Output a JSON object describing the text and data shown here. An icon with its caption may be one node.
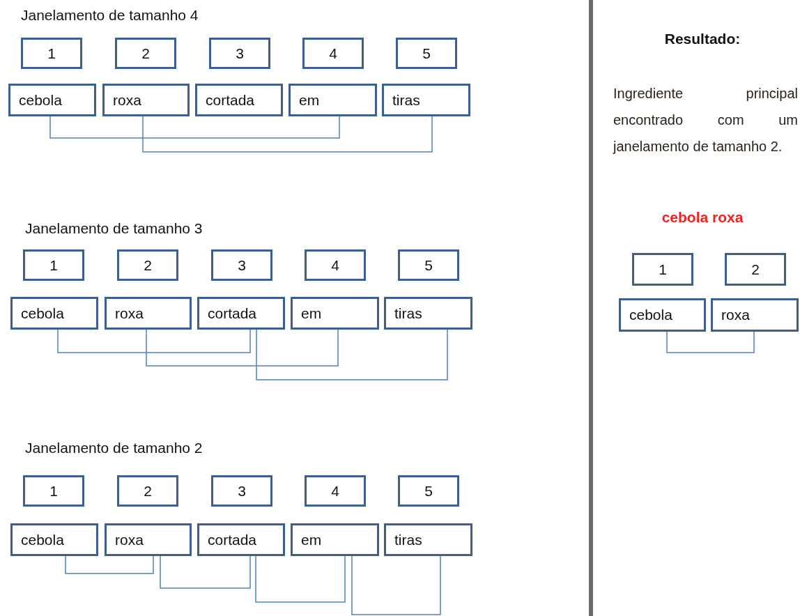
{
  "diagram": {
    "nodes": [
      {
        "text": [
          "1"
        ]
      },
      {
        "text": [
          "2"
        ]
      },
      {
        "text": [
          "3"
        ]
      },
      {
        "text": [
          "4"
        ]
      },
      {
        "text": [
          "5"
        ]
      },
      {
        "text": [
          "cebola"
        ]
      },
      {
        "text": [
          "roxa"
        ]
      },
      {
        "text": [
          "cortada"
        ]
      },
      {
        "text": [
          "em"
        ]
      },
      {
        "text": [
          "tiras"
        ]
      },
      {
        "text": [
          "1"
        ]
      },
      {
        "text": [
          "2"
        ]
      },
      {
        "text": [
          "3"
        ]
      },
      {
        "text": [
          "4"
        ]
      },
      {
        "text": [
          "5"
        ]
      },
      {
        "text": [
          "cebola"
        ]
      },
      {
        "text": [
          "roxa"
        ]
      },
      {
        "text": [
          "cortada"
        ]
      },
      {
        "text": [
          "em"
        ]
      },
      {
        "text": [
          "tiras"
        ]
      },
      {
        "text": [
          "1"
        ]
      },
      {
        "text": [
          "2"
        ]
      },
      {
        "text": [
          "3"
        ]
      },
      {
        "text": [
          "4"
        ]
      },
      {
        "text": [
          "5"
        ]
      },
      {
        "text": [
          "cebola"
        ]
      },
      {
        "text": [
          "roxa"
        ]
      },
      {
        "text": [
          "cortada"
        ]
      },
      {
        "text": [
          "em"
        ]
      },
      {
        "text": [
          "tiras"
        ]
      },
      {
        "text": [
          "1"
        ]
      },
      {
        "text": [
          "2"
        ]
      },
      {
        "text": [
          "cebola"
        ]
      },
      {
        "text": [
          "roxa"
        ]
      }
    ],
    "edges": [
      {
        "from": 5,
        "to": 8,
        "arrow": "none"
      },
      {
        "from": 6,
        "to": 9,
        "arrow": "none"
      },
      {
        "from": 15,
        "to": 17,
        "arrow": "none"
      },
      {
        "from": 16,
        "to": 18,
        "arrow": "none"
      },
      {
        "from": 17,
        "to": 19,
        "arrow": "none"
      },
      {
        "from": 25,
        "to": 26,
        "arrow": "none"
      },
      {
        "from": 26,
        "to": 27,
        "arrow": "none"
      },
      {
        "from": 27,
        "to": 28,
        "arrow": "none"
      },
      {
        "from": 28,
        "to": 29,
        "arrow": "none"
      },
      {
        "from": 32,
        "to": 33,
        "arrow": "none"
      }
    ],
    "labels": [
      "Janelamento de tamanho 4",
      "Resultado:",
      "Ingrediente principal encontrado com um janelamento de tamanho 2.",
      "Janelamento de tamanho 3",
      "cebola roxa",
      "Janelamento de tamanho 2"
    ]
  }
}
